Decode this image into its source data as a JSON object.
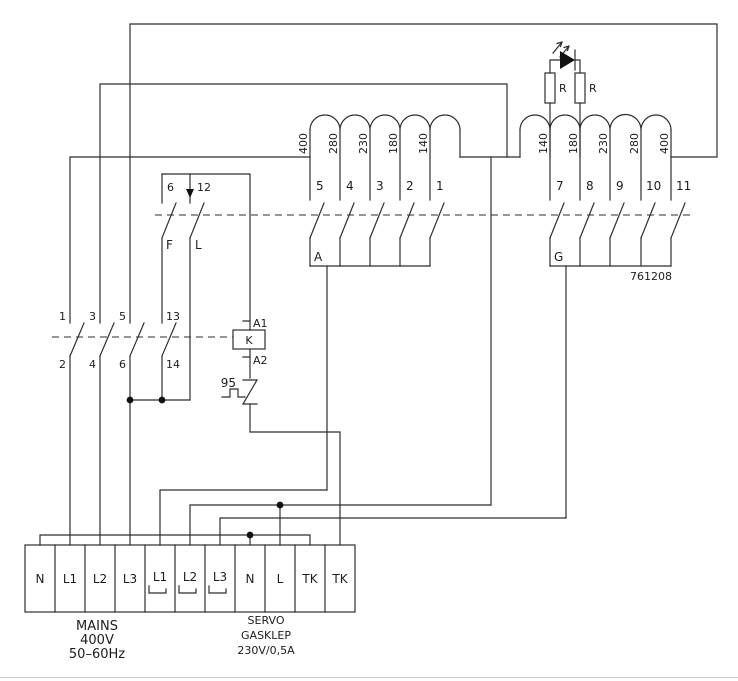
{
  "schematic": {
    "winding_a": {
      "name": "A",
      "taps": [
        "400",
        "280",
        "230",
        "180",
        "140"
      ],
      "switch_numbers": [
        "5",
        "4",
        "3",
        "2",
        "1"
      ]
    },
    "winding_g": {
      "name": "G",
      "taps": [
        "140",
        "180",
        "230",
        "280",
        "400"
      ],
      "switch_numbers": [
        "7",
        "8",
        "9",
        "10",
        "11"
      ],
      "part_number": "761208"
    },
    "indicator": {
      "resistor_left": "R",
      "resistor_right": "R"
    },
    "mode_switch": {
      "terminal_6": "6",
      "terminal_12": "12",
      "contact_f": "F",
      "contact_l": "L"
    },
    "contactor": {
      "coil": "K",
      "coil_a1": "A1",
      "coil_a2": "A2",
      "poles_top": [
        "1",
        "3",
        "5",
        "13"
      ],
      "poles_bottom": [
        "2",
        "4",
        "6",
        "14"
      ],
      "thermal_contact": "95"
    },
    "terminal_strip": {
      "labels": [
        "N",
        "L1",
        "L2",
        "L3",
        "L1",
        "L2",
        "L3",
        "N",
        "L",
        "TK",
        "TK"
      ]
    },
    "captions": {
      "mains_line1": "MAINS",
      "mains_line2": "400V",
      "mains_line3": "50–60Hz",
      "servo_line1": "SERVO",
      "servo_line2": "GASKLEP",
      "servo_line3": "230V/0,5A"
    }
  }
}
